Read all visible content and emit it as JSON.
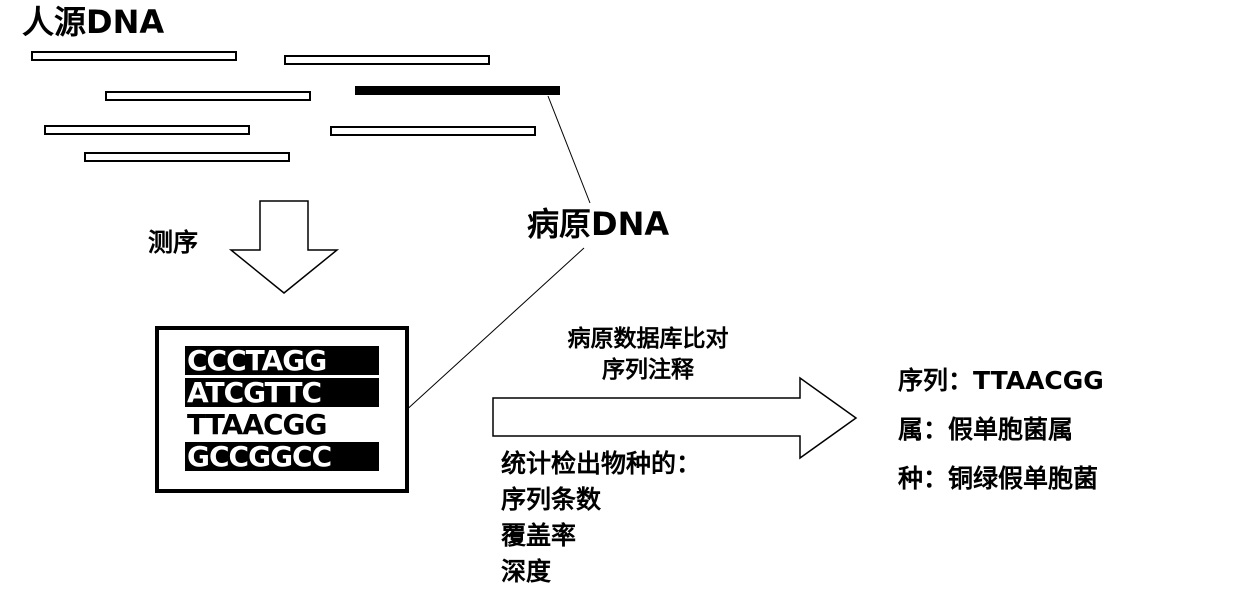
{
  "labels": {
    "human_dna": "人源DNA",
    "pathogen_dna": "病原DNA",
    "sequencing": "测序"
  },
  "sequences": [
    {
      "text": "CCCTAGG",
      "style": "inverted"
    },
    {
      "text": "ATCGTTC",
      "style": "inverted"
    },
    {
      "text": "TTAACGG",
      "style": "normal"
    },
    {
      "text": "GCCGGCC",
      "style": "inverted"
    }
  ],
  "annotation": {
    "line1": "病原数据库比对",
    "line2": "序列注释"
  },
  "stats": {
    "line1": "统计检出物种的：",
    "line2": "序列条数",
    "line3": "覆盖率",
    "line4": "深度"
  },
  "result": {
    "sequence": "序列：TTAACGG",
    "genus": "属：假单胞菌属",
    "species": "种：铜绿假单胞菌"
  },
  "colors": {
    "foreground": "#000000",
    "background": "#ffffff"
  }
}
